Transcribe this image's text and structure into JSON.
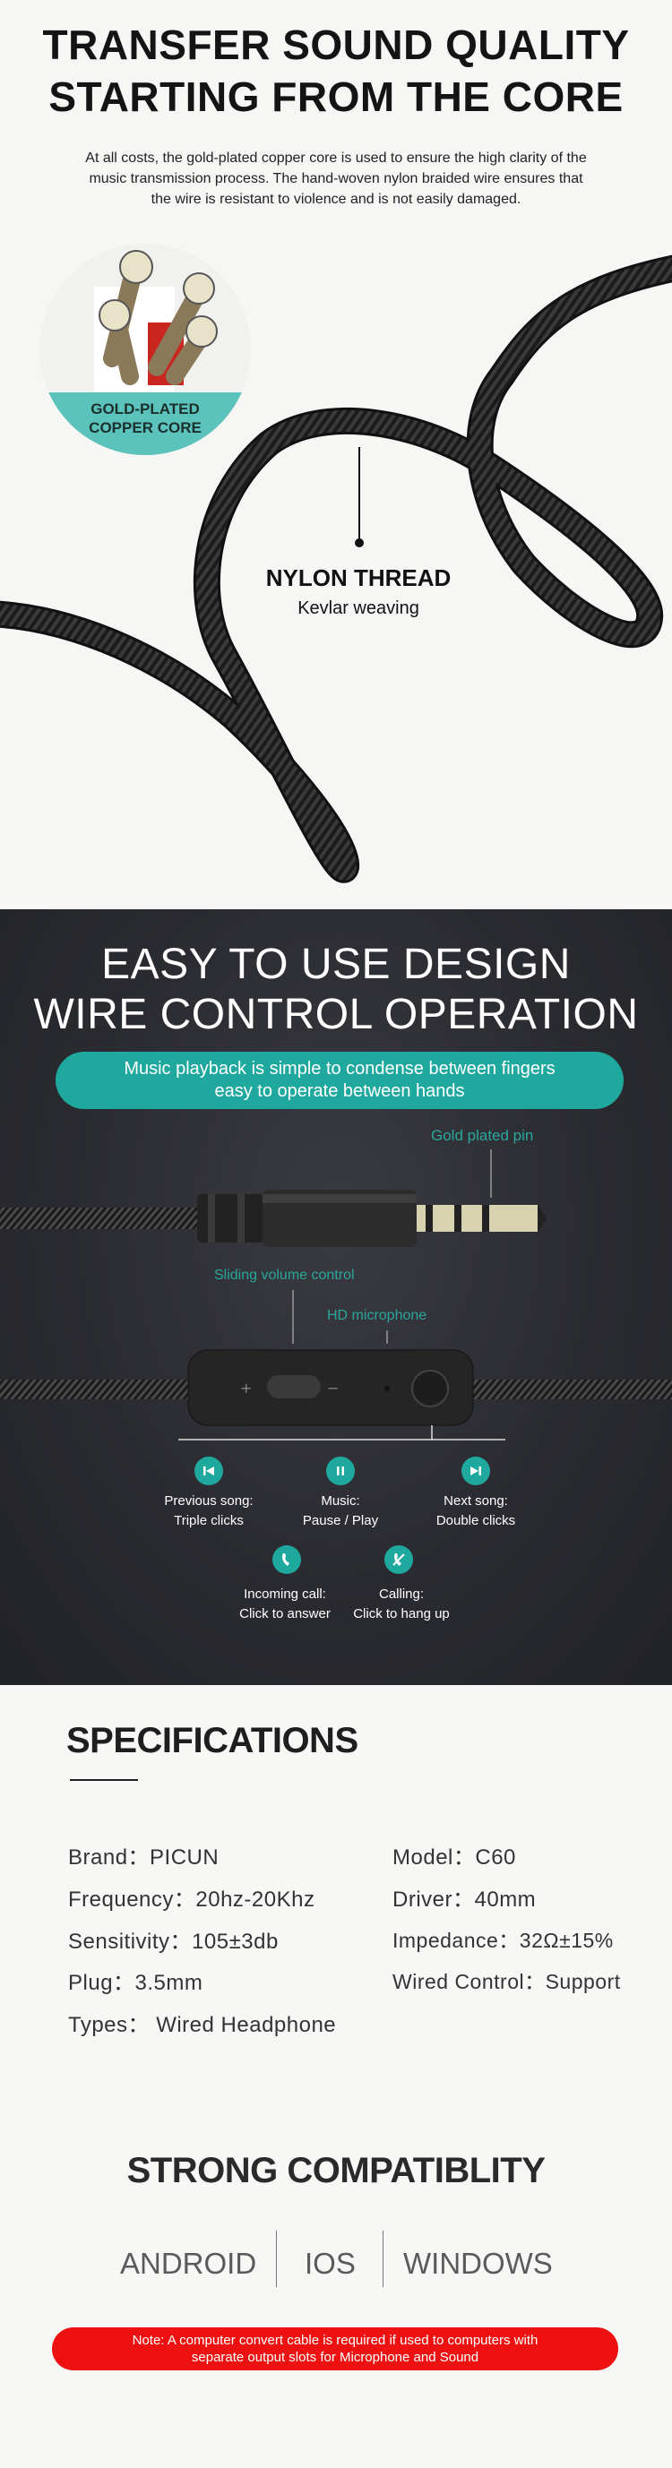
{
  "core_section": {
    "title_line1": "TRANSFER SOUND QUALITY",
    "title_line2": "STARTING FROM THE CORE",
    "description_lines": [
      "At all costs, the gold-plated copper core is used to ensure the high clarity of the",
      "music transmission process. The hand-woven nylon braided wire ensures that",
      "the wire is resistant to violence and is not easily damaged."
    ],
    "badge_line1": "GOLD-PLATED",
    "badge_line2": "COPPER CORE",
    "callout_title": "NYLON THREAD",
    "callout_subtitle": "Kevlar weaving"
  },
  "control_section": {
    "title_line1": "EASY TO USE DESIGN",
    "title_line2": "WIRE CONTROL OPERATION",
    "pill_line1": "Music playback is simple to condense between fingers",
    "pill_line2": "easy to operate between hands",
    "label_pin": "Gold plated pin",
    "label_volume": "Sliding volume control",
    "label_mic": "HD microphone",
    "operations": [
      {
        "icon": "previous-icon",
        "line1": "Previous song:",
        "line2": "Triple clicks"
      },
      {
        "icon": "pause-icon",
        "line1": "Music:",
        "line2": "Pause / Play"
      },
      {
        "icon": "next-icon",
        "line1": "Next song:",
        "line2": "Double clicks"
      },
      {
        "icon": "phone-icon",
        "line1": "Incoming call:",
        "line2": "Click to answer"
      },
      {
        "icon": "hang-up-icon",
        "line1": "Calling:",
        "line2": "Click to hang up"
      }
    ],
    "accent_color": "#1fa89e"
  },
  "specifications": {
    "title": "SPECIFICATIONS",
    "rows": [
      [
        "Brand：PICUN",
        "Model：C60"
      ],
      [
        "Frequency：20hz-20Khz",
        "Driver：40mm"
      ],
      [
        "Sensitivity：105±3db",
        "Impedance：32Ω±15%"
      ],
      [
        "Plug：3.5mm",
        "Wired Control：Support"
      ],
      [
        "Types： Wired Headphone",
        ""
      ]
    ]
  },
  "compatibility": {
    "title": "STRONG COMPATIBLITY",
    "platforms": [
      "ANDROID",
      "IOS",
      "WINDOWS"
    ],
    "note_line1": "Note: A computer convert cable is required if used to computers with",
    "note_line2": "separate output slots for Microphone and Sound",
    "note_color": "#ee1111"
  }
}
